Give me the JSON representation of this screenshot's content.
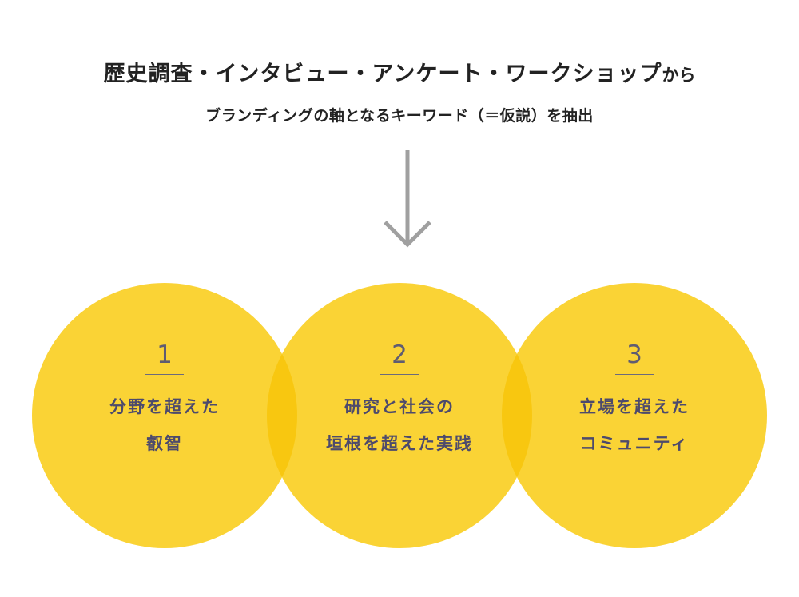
{
  "header": {
    "line1_main": "歴史調査・インタビュー・アンケート・ワークショップ",
    "line1_tail": "から",
    "line2": "ブランディングの軸となるキーワード（＝仮説）を抽出"
  },
  "arrow": {
    "icon": "down-arrow-icon",
    "color": "#a0a0a0"
  },
  "circles": [
    {
      "number": "1",
      "line1": "分野を超えた",
      "line2": "叡智"
    },
    {
      "number": "2",
      "line1": "研究と社会の",
      "line2": "垣根を超えた実践"
    },
    {
      "number": "3",
      "line1": "立場を超えた",
      "line2": "コミュニティ"
    }
  ],
  "colors": {
    "circle_fill": "#fad335",
    "overlap_fill": "#f8c710",
    "text": "#4d4a6c",
    "heading": "#222222"
  }
}
